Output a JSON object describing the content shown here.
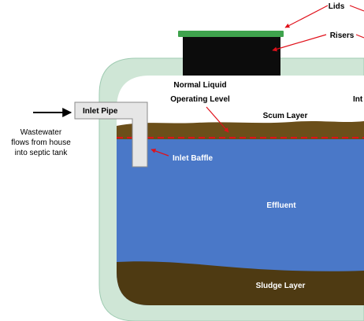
{
  "labels": {
    "lids": "Lids",
    "risers": "Risers",
    "normal_liquid_line1": "Normal Liquid",
    "normal_liquid_line2": "Operating Level",
    "outlet_partial": "Int",
    "inlet_pipe": "Inlet Pipe",
    "scum_layer": "Scum Layer",
    "inlet_baffle": "Inlet Baffle",
    "effluent": "Effluent",
    "sludge_layer": "Sludge Layer",
    "wastewater_line1": "Wastewater",
    "wastewater_line2": "flows from house",
    "wastewater_line3": "into septic tank"
  },
  "colors": {
    "tank_wall": "#cfe6d6",
    "tank_outline": "#9fcbb2",
    "effluent": "#4a78c8",
    "scum": "#6b4f1a",
    "sludge": "#4e3a12",
    "lid": "#3fa34d",
    "riser": "#0c0c0c",
    "pipe": "#e6e6e6",
    "annotation": "#e0101a"
  }
}
